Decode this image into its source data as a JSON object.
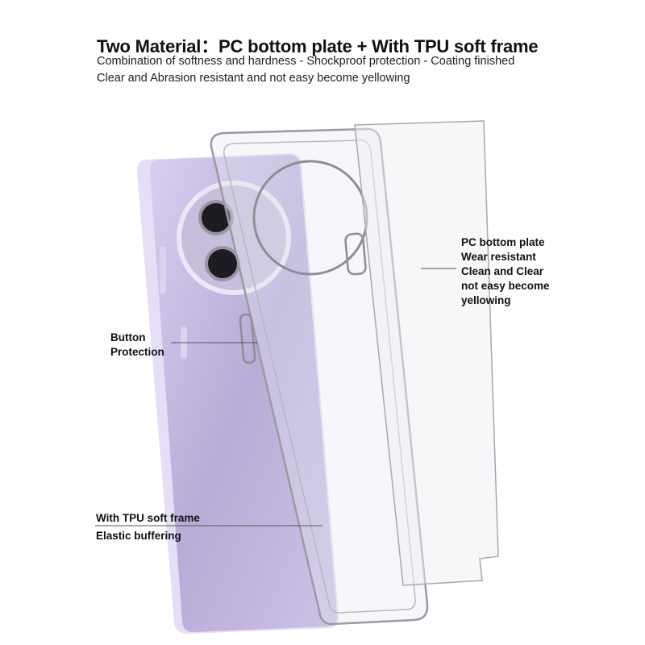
{
  "header": {
    "title": "Two Material：PC bottom plate + With TPU soft frame",
    "line1": "Combination of softness and hardness - Shockproof protection - Coating finished",
    "line2": "Clear and Abrasion resistant and not easy become yellowing"
  },
  "callouts": {
    "plate": [
      "PC bottom plate",
      "Wear resistant",
      "Clean and Clear",
      "not easy become",
      "yellowing"
    ],
    "button": [
      "Button",
      "Protection"
    ],
    "frame": [
      "With TPU soft frame",
      "Elastic buffering"
    ]
  },
  "colors": {
    "phone_body": "#c9bde3",
    "phone_edge": "#e4dcf2",
    "case_outline": "#9a9aa2"
  }
}
